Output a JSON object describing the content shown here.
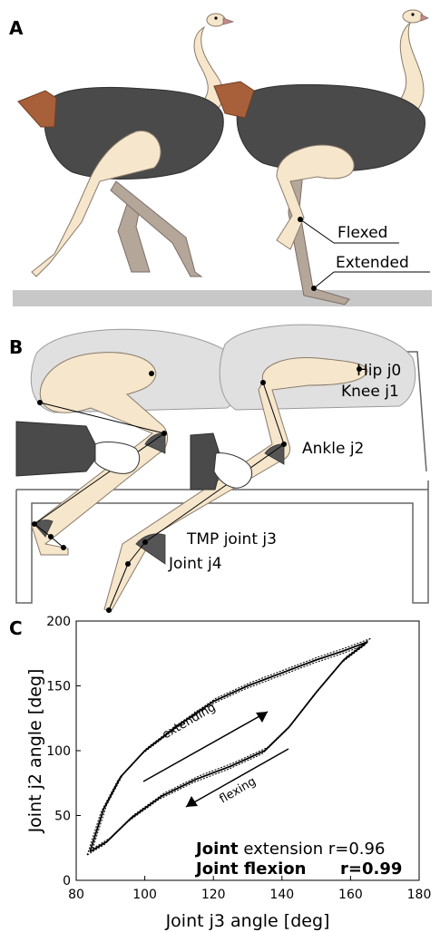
{
  "panels": {
    "a": {
      "label": "A",
      "annotations": {
        "flexed": "Flexed",
        "extended": "Extended"
      }
    },
    "b": {
      "label": "B",
      "joints": {
        "hip": "Hip j0",
        "knee": "Knee j1",
        "ankle": "Ankle j2",
        "tmp": "TMP joint j3",
        "j4": "Joint j4"
      }
    },
    "c": {
      "label": "C"
    }
  },
  "colors": {
    "body_dark": "#4a4a4a",
    "leg_light": "#f5e6cc",
    "leg_shadow": "#b5a69a",
    "neck_red": "#a8603a",
    "ground": "#c8c8c8",
    "cushion": "#e0e0e0"
  },
  "chart_data": {
    "type": "line",
    "xlabel": "Joint j3 angle [deg]",
    "ylabel": "Joint j2 angle [deg]",
    "xlim": [
      80,
      180
    ],
    "ylim": [
      0,
      200
    ],
    "xticks": [
      80,
      100,
      120,
      140,
      160,
      180
    ],
    "yticks": [
      0,
      50,
      100,
      150,
      200
    ],
    "series": [
      {
        "name": "extending",
        "x": [
          84,
          88,
          93,
          100,
          110,
          120,
          130,
          140,
          150,
          158,
          165
        ],
        "y": [
          22,
          55,
          80,
          100,
          120,
          138,
          150,
          160,
          170,
          177,
          184
        ]
      },
      {
        "name": "flexing",
        "x": [
          165,
          158,
          150,
          142,
          135,
          125,
          115,
          105,
          96,
          89,
          84
        ],
        "y": [
          184,
          170,
          145,
          118,
          100,
          88,
          78,
          65,
          48,
          30,
          22
        ]
      }
    ],
    "arrow_labels": {
      "extending": "extending",
      "flexing": "flexing"
    },
    "annotations": [
      {
        "bold": "Joint",
        "rest": " extension r=0.96"
      },
      {
        "bold": "Joint flexion",
        "rest": "      r=0.99"
      }
    ]
  }
}
